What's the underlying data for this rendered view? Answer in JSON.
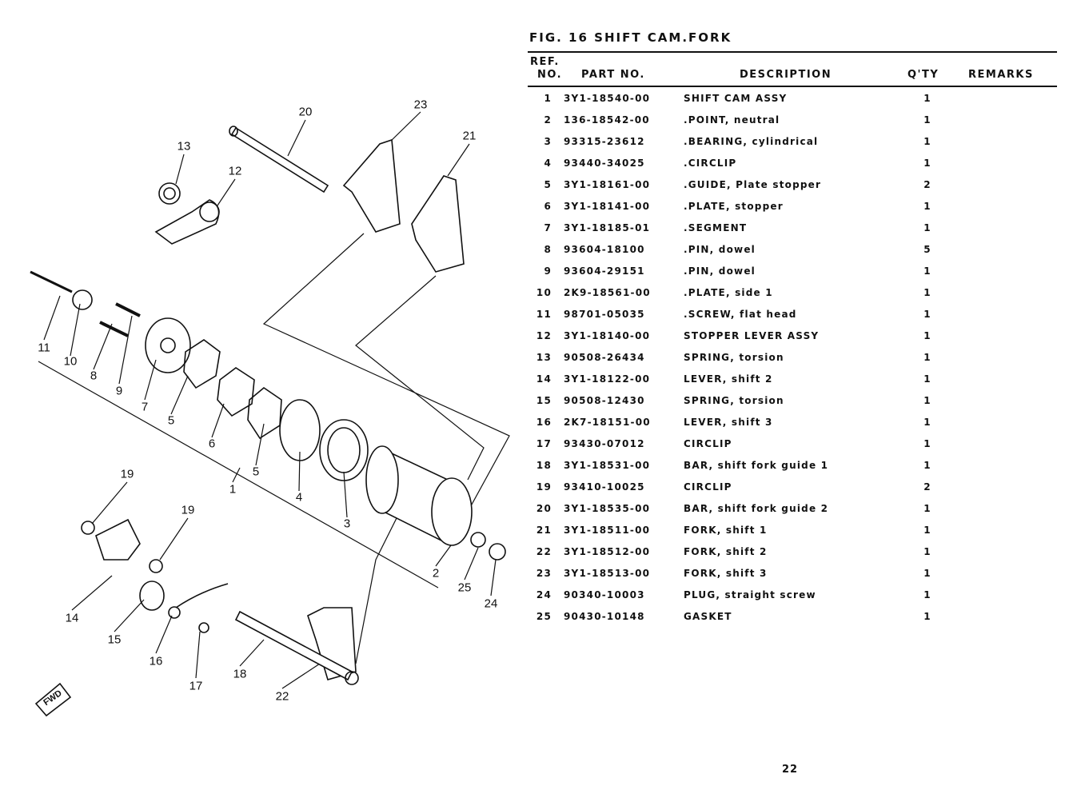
{
  "figure": {
    "title": "FIG. 16  SHIFT CAM.FORK",
    "page_number": "22"
  },
  "table": {
    "headers": {
      "ref_line1": "REF.",
      "ref_line2": "NO.",
      "part_no": "PART NO.",
      "description": "DESCRIPTION",
      "qty": "Q'TY",
      "remarks": "REMARKS"
    },
    "rows": [
      {
        "ref": "1",
        "part": "3Y1-18540-00",
        "desc": "SHIFT CAM ASSY",
        "qty": "1"
      },
      {
        "ref": "2",
        "part": "136-18542-00",
        "desc": ".POINT, neutral",
        "qty": "1"
      },
      {
        "ref": "3",
        "part": "93315-23612",
        "desc": ".BEARING, cylindrical",
        "qty": "1"
      },
      {
        "ref": "4",
        "part": "93440-34025",
        "desc": ".CIRCLIP",
        "qty": "1"
      },
      {
        "ref": "5",
        "part": "3Y1-18161-00",
        "desc": ".GUIDE, Plate stopper",
        "qty": "2"
      },
      {
        "ref": "6",
        "part": "3Y1-18141-00",
        "desc": ".PLATE, stopper",
        "qty": "1"
      },
      {
        "ref": "7",
        "part": "3Y1-18185-01",
        "desc": ".SEGMENT",
        "qty": "1"
      },
      {
        "ref": "8",
        "part": "93604-18100",
        "desc": ".PIN, dowel",
        "qty": "5"
      },
      {
        "ref": "9",
        "part": "93604-29151",
        "desc": ".PIN, dowel",
        "qty": "1"
      },
      {
        "ref": "10",
        "part": "2K9-18561-00",
        "desc": ".PLATE, side 1",
        "qty": "1"
      },
      {
        "ref": "11",
        "part": "98701-05035",
        "desc": ".SCREW, flat head",
        "qty": "1"
      },
      {
        "ref": "12",
        "part": "3Y1-18140-00",
        "desc": "STOPPER LEVER ASSY",
        "qty": "1"
      },
      {
        "ref": "13",
        "part": "90508-26434",
        "desc": "SPRING, torsion",
        "qty": "1"
      },
      {
        "ref": "14",
        "part": "3Y1-18122-00",
        "desc": "LEVER, shift 2",
        "qty": "1"
      },
      {
        "ref": "15",
        "part": "90508-12430",
        "desc": "SPRING, torsion",
        "qty": "1"
      },
      {
        "ref": "16",
        "part": "2K7-18151-00",
        "desc": "LEVER, shift 3",
        "qty": "1"
      },
      {
        "ref": "17",
        "part": "93430-07012",
        "desc": "CIRCLIP",
        "qty": "1"
      },
      {
        "ref": "18",
        "part": "3Y1-18531-00",
        "desc": "BAR, shift fork guide 1",
        "qty": "1"
      },
      {
        "ref": "19",
        "part": "93410-10025",
        "desc": "CIRCLIP",
        "qty": "2"
      },
      {
        "ref": "20",
        "part": "3Y1-18535-00",
        "desc": "BAR, shift fork guide 2",
        "qty": "1"
      },
      {
        "ref": "21",
        "part": "3Y1-18511-00",
        "desc": "FORK, shift 1",
        "qty": "1"
      },
      {
        "ref": "22",
        "part": "3Y1-18512-00",
        "desc": "FORK, shift 2",
        "qty": "1"
      },
      {
        "ref": "23",
        "part": "3Y1-18513-00",
        "desc": "FORK, shift 3",
        "qty": "1"
      },
      {
        "ref": "24",
        "part": "90340-10003",
        "desc": "PLUG, straight screw",
        "qty": "1"
      },
      {
        "ref": "25",
        "part": "90430-10148",
        "desc": "GASKET",
        "qty": "1"
      }
    ]
  },
  "diagram": {
    "callouts": [
      "20",
      "23",
      "21",
      "13",
      "12",
      "11",
      "10",
      "8",
      "9",
      "7",
      "5",
      "6",
      "5",
      "1",
      "4",
      "3",
      "19",
      "19",
      "2",
      "25",
      "24",
      "14",
      "15",
      "16",
      "17",
      "18",
      "22"
    ],
    "logo_text": "FWD"
  }
}
